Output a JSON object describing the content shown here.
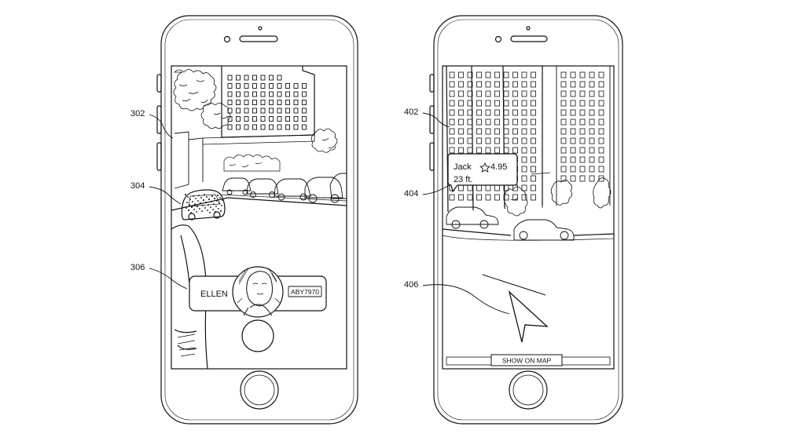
{
  "reference_numerals": {
    "phone1_screen": "302",
    "phone1_vehicle": "304",
    "phone1_driver_card": "306",
    "phone2_screen": "402",
    "phone2_rider_tag": "404",
    "phone2_arrow": "406"
  },
  "phone1": {
    "driver_name": "ELLEN",
    "license_plate": "ABY7970"
  },
  "phone2": {
    "rider_name": "Jack",
    "rating": "4.95",
    "distance": "23 ft.",
    "show_map_button": "SHOW ON MAP"
  },
  "icons": {
    "rating": "star-icon",
    "pointer": "direction-arrow-icon"
  },
  "colors": {
    "line": "#111111",
    "background": "#ffffff"
  }
}
